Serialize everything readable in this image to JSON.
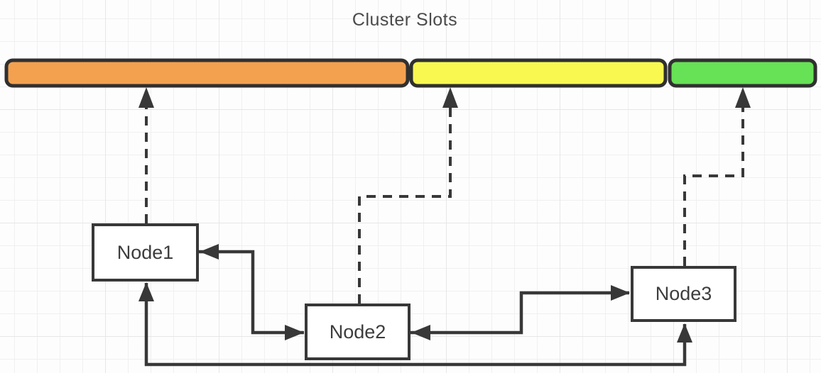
{
  "title": "Cluster Slots",
  "slots_bar": {
    "segments": [
      {
        "id": "slot-segment-orange",
        "color": "#f3a14f"
      },
      {
        "id": "slot-segment-yellow",
        "color": "#f9f851"
      },
      {
        "id": "slot-segment-green",
        "color": "#67e156"
      }
    ]
  },
  "nodes": [
    {
      "label": "Node1"
    },
    {
      "label": "Node2"
    },
    {
      "label": "Node3"
    }
  ]
}
